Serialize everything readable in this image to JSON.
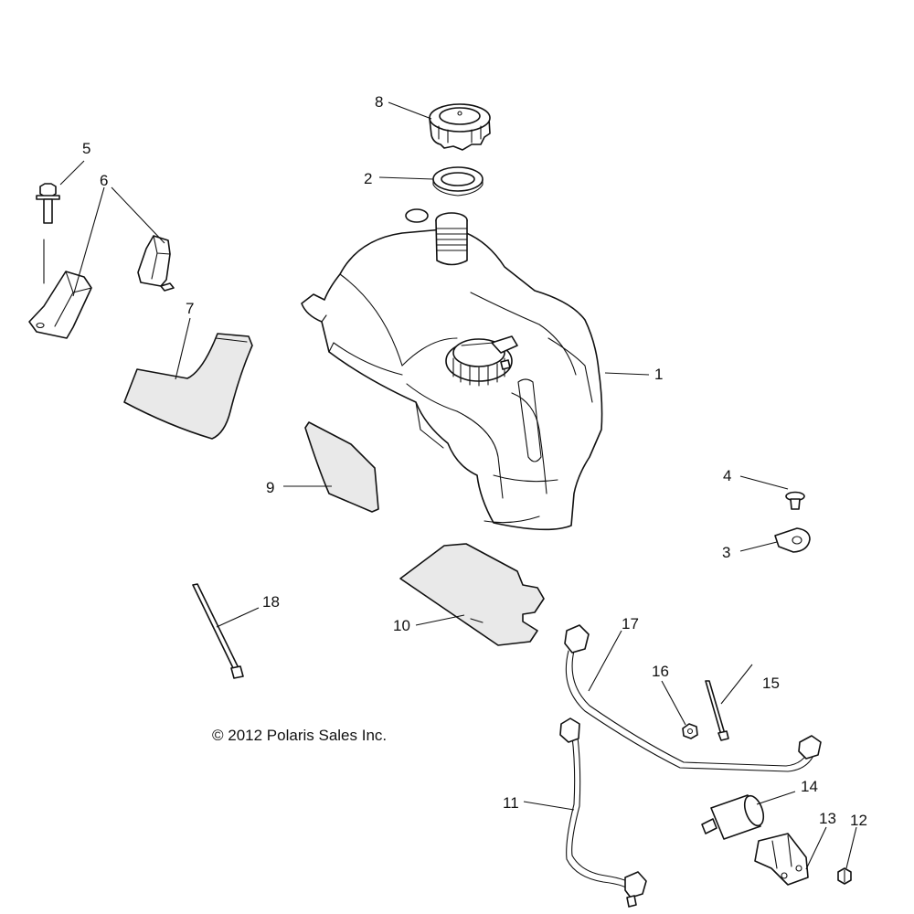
{
  "diagram": {
    "copyright": "© 2012 Polaris Sales Inc.",
    "callouts": {
      "c1": "1",
      "c2": "2",
      "c3": "3",
      "c4": "4",
      "c5": "5",
      "c6": "6",
      "c7": "7",
      "c8": "8",
      "c9": "9",
      "c10": "10",
      "c11": "11",
      "c12": "12",
      "c13": "13",
      "c14": "14",
      "c15": "15",
      "c16": "16",
      "c17": "17",
      "c18": "18"
    }
  }
}
